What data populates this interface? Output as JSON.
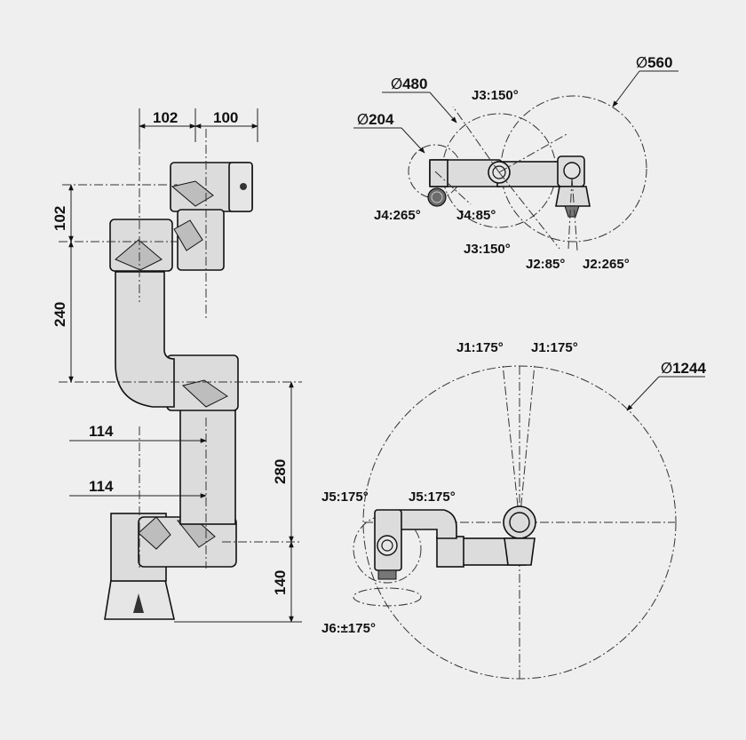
{
  "side_view": {
    "dim_top_left": "102",
    "dim_top_right": "100",
    "dim_vert_top": "102",
    "dim_vert_240": "240",
    "dim_vert_280": "280",
    "dim_vert_140": "140",
    "dim_horiz_upper": "114",
    "dim_horiz_lower": "114"
  },
  "top_view": {
    "dia_560": "∅560",
    "dia_480": "∅480",
    "dia_204": "∅204",
    "j3_top": "J3:150°",
    "j4_left": "J4:265°",
    "j4_right": "J4:85°",
    "j3_bottom": "J3:150°",
    "j2_left": "J2:85°",
    "j2_right": "J2:265°"
  },
  "base_view": {
    "j1_left": "J1:175°",
    "j1_right": "J1:175°",
    "dia_1244": "∅1244",
    "j5_left": "J5:175°",
    "j5_right": "J5:175°",
    "j6": "J6:±175°"
  }
}
